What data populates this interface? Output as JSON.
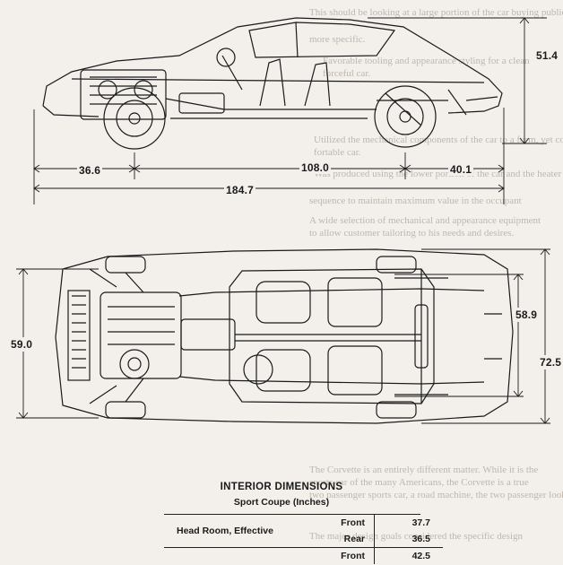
{
  "diagram": {
    "dimensions": {
      "height": "51.4",
      "front_overhang": "36.6",
      "wheelbase": "108.0",
      "rear_overhang": "40.1",
      "overall_length": "184.7",
      "front_tread": "59.0",
      "rear_tread": "58.9",
      "overall_width": "72.5"
    }
  },
  "background_text": [
    "This should be looking at a large portion of the car buying public",
    "more specific.",
    "Favorable tooling and appearance styling for a clean",
    "forceful car.",
    "Utilized the mechanical components of the car to a form, yet com-",
    "fortable car.",
    "Was produced using the lower portion of the car and the heater",
    "sequence to maintain maximum value in the occupant",
    "A wide selection of mechanical and appearance equipment",
    "to allow customer tailoring to his needs and desires.",
    "The Corvette is an entirely different matter. While it is the",
    "sports car of the many Americans, the Corvette is a true",
    "two passenger sports car, a road machine, the two passenger look,",
    "The major design goals considered the specific design"
  ],
  "interior": {
    "title": "INTERIOR DIMENSIONS",
    "subtitle": "Sport Coupe (Inches)",
    "rows": [
      {
        "label": "Head Room, Effective",
        "position": "Front",
        "value": "37.7"
      },
      {
        "label": "",
        "position": "Rear",
        "value": "36.5"
      },
      {
        "label": "",
        "position": "Front",
        "value": "42.5"
      }
    ]
  }
}
